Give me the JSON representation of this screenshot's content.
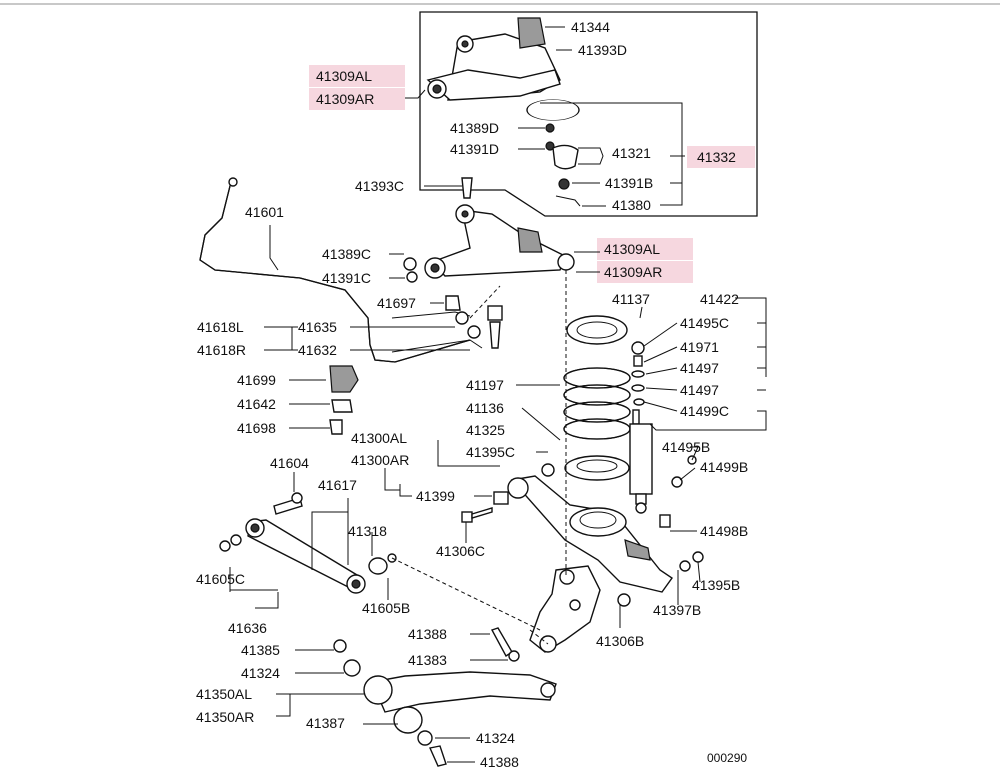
{
  "diagram_code": "000290",
  "highlight_color": "#f6d7df",
  "labels": {
    "p41344": "41344",
    "p41393D": "41393D",
    "p41309AL_top": "41309AL",
    "p41309AR_top": "41309AR",
    "p41389D": "41389D",
    "p41391D": "41391D",
    "p41321": "41321",
    "p41332": "41332",
    "p41391B": "41391B",
    "p41380": "41380",
    "p41393C": "41393C",
    "p41601": "41601",
    "p41389C": "41389C",
    "p41391C": "41391C",
    "p41309AL_mid": "41309AL",
    "p41309AR_mid": "41309AR",
    "p41697": "41697",
    "p41137": "41137",
    "p41422": "41422",
    "p41618L": "41618L",
    "p41618R": "41618R",
    "p41635": "41635",
    "p41632": "41632",
    "p41495C": "41495C",
    "p41971": "41971",
    "p41497a": "41497",
    "p41497b": "41497",
    "p41499C": "41499C",
    "p41699": "41699",
    "p41197": "41197",
    "p41642": "41642",
    "p41136": "41136",
    "p41698": "41698",
    "p41300AL": "41300AL",
    "p41300AR": "41300AR",
    "p41325": "41325",
    "p41395C": "41395C",
    "p41495B": "41495B",
    "p41499B": "41499B",
    "p41604": "41604",
    "p41617": "41617",
    "p41399": "41399",
    "p41318": "41318",
    "p41498B": "41498B",
    "p41306C": "41306C",
    "p41605C": "41605C",
    "p41605B": "41605B",
    "p41395B": "41395B",
    "p41397B": "41397B",
    "p41636": "41636",
    "p41388_top": "41388",
    "p41306B": "41306B",
    "p41385": "41385",
    "p41383": "41383",
    "p41324_top": "41324",
    "p41350AL": "41350AL",
    "p41350AR": "41350AR",
    "p41387": "41387",
    "p41324_bot": "41324",
    "p41388_bot": "41388"
  }
}
